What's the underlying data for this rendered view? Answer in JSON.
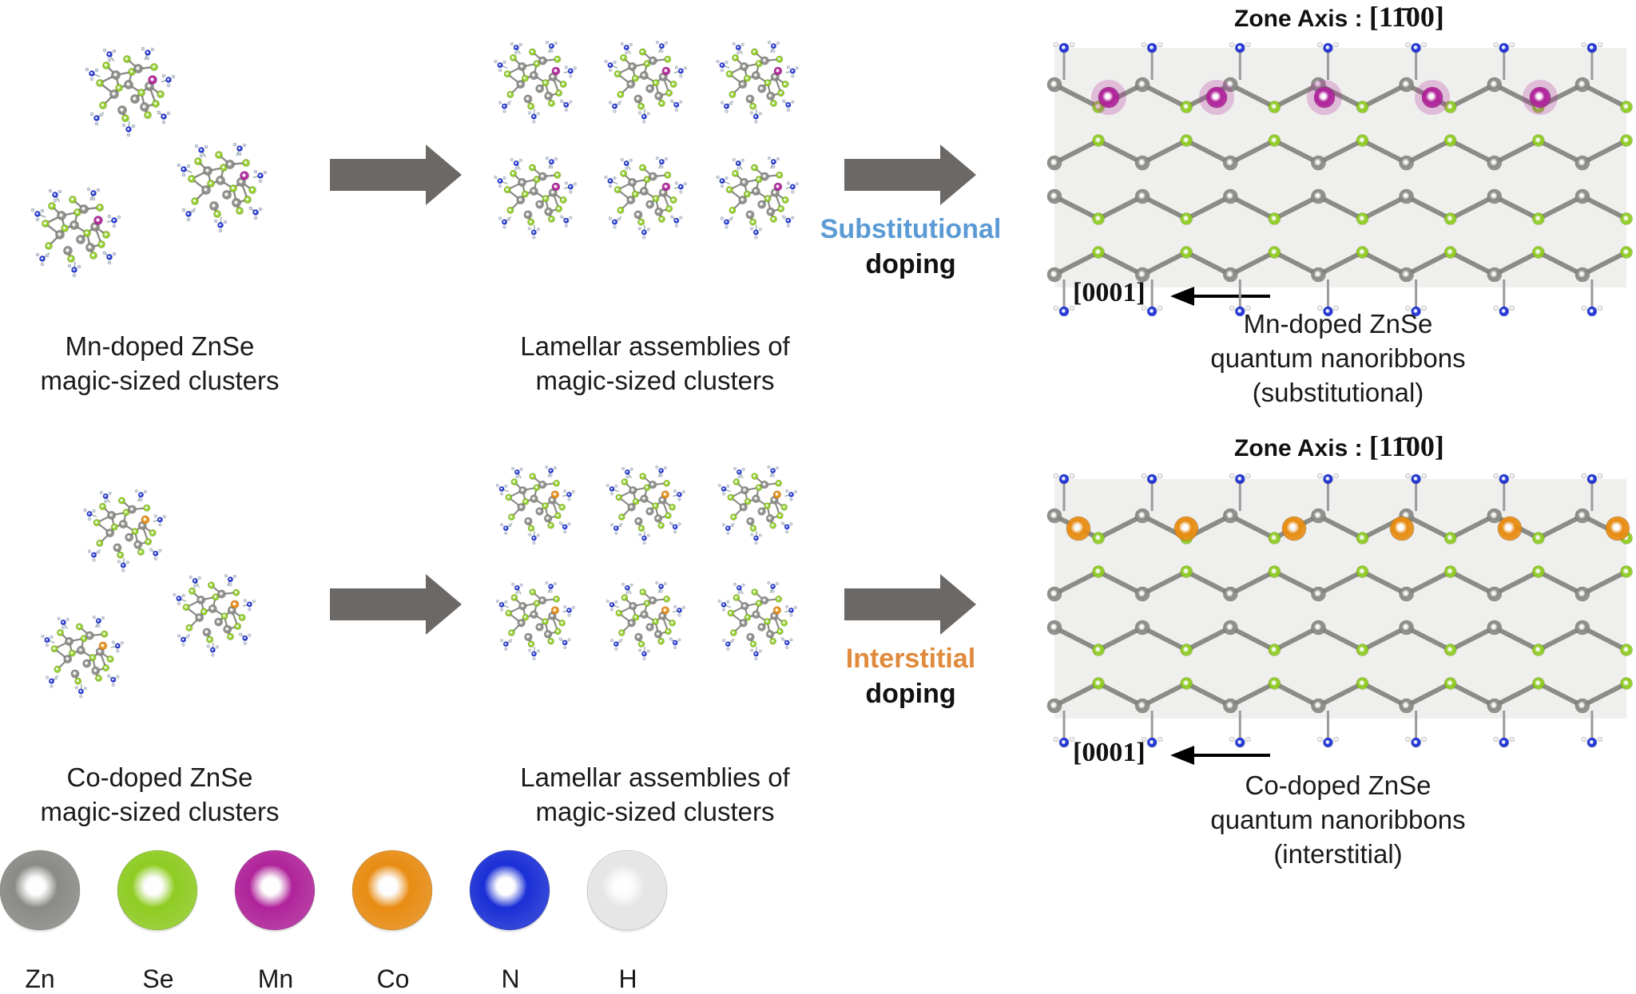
{
  "top_row": {
    "clusters_caption": [
      "Mn-doped ZnSe",
      "magic-sized clusters"
    ],
    "assembly_caption": [
      "Lamellar assemblies of",
      "magic-sized clusters"
    ],
    "doping_type": "Substitutional",
    "doping_word": "doping",
    "zone_axis_label": "Zone Axis : ",
    "zone_axis_index": "[11̄00]",
    "direction_label": "[0001]",
    "product_caption": [
      "Mn-doped ZnSe",
      "quantum nanoribbons",
      "(substitutional)"
    ],
    "dopant": "Mn"
  },
  "bottom_row": {
    "clusters_caption": [
      "Co-doped ZnSe",
      "magic-sized clusters"
    ],
    "assembly_caption": [
      "Lamellar assemblies of",
      "magic-sized clusters"
    ],
    "doping_type": "Interstitial",
    "doping_word": "doping",
    "zone_axis_label": "Zone Axis : ",
    "zone_axis_index": "[11̄00]",
    "direction_label": "[0001]",
    "product_caption": [
      "Co-doped ZnSe",
      "quantum nanoribbons",
      "(interstitial)"
    ],
    "dopant": "Co"
  },
  "colors": {
    "Zn": "#8a8a86",
    "Se": "#8fcc22",
    "Mn": "#b0239a",
    "Co": "#e88c12",
    "N": "#1a2fd6",
    "H": "#e6e6e6",
    "arrow": "#6b6866",
    "substitutional": "#5b9bd5",
    "interstitial": "#e08a3c"
  },
  "legend": [
    {
      "element": "Zn",
      "label": "Zn"
    },
    {
      "element": "Se",
      "label": "Se"
    },
    {
      "element": "Mn",
      "label": "Mn"
    },
    {
      "element": "Co",
      "label": "Co"
    },
    {
      "element": "N",
      "label": "N"
    },
    {
      "element": "H",
      "label": "H"
    }
  ]
}
